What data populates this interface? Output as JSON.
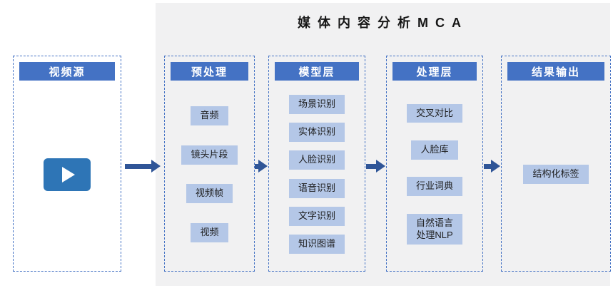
{
  "title": "媒体内容分析MCA",
  "colors": {
    "header_bg": "#4472C4",
    "item_bg": "#B4C7E7",
    "dashed_border": "#4472C4",
    "arrow": "#2F5597",
    "panel_bg": "#F1F1F2",
    "play_button": "#2E75B6"
  },
  "columns": [
    {
      "header": "视频源",
      "items": []
    },
    {
      "header": "预处理",
      "items": [
        "音频",
        "镜头片段",
        "视频帧",
        "视频"
      ]
    },
    {
      "header": "模型层",
      "items": [
        "场景识别",
        "实体识别",
        "人脸识别",
        "语音识别",
        "文字识别",
        "知识图谱"
      ]
    },
    {
      "header": "处理层",
      "items": [
        "交叉对比",
        "人脸库",
        "行业词典",
        "自然语言处理NLP"
      ]
    },
    {
      "header": "结果输出",
      "items": [
        "结构化标签"
      ]
    }
  ]
}
